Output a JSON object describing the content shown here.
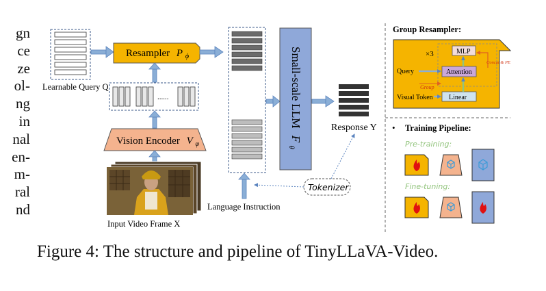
{
  "body_text_fragments": [
    "gn",
    "ce",
    "ze",
    "ol-",
    "ng",
    "in",
    "nal",
    "en-",
    "m-",
    "ral",
    "nd"
  ],
  "diagram": {
    "learnable_query_label": "Learnable Query Q",
    "resampler_label": "Resampler",
    "resampler_symbol": "P",
    "resampler_subscript": "ϕ",
    "frame_tokens_ellipsis": "......",
    "vision_encoder_label": "Vision Encoder",
    "vision_encoder_symbol": "V",
    "vision_encoder_subscript": "φ",
    "input_frame_label": "Input Video Frame X",
    "llm_label": "Small-scale LLM",
    "llm_symbol": "F",
    "llm_subscript": "θ",
    "response_label": "Response Y",
    "tokenizer_label": "Tokenizer",
    "language_instruction_label": "Language Instruction"
  },
  "group_resampler": {
    "title": "Group Resampler:",
    "repeat_label": "×3",
    "mlp_label": "MLP",
    "concat_label": "Concat & PE",
    "query_label": "Query",
    "attention_label": "Attention",
    "group_label": "Group",
    "visual_token_label": "Visual Token",
    "linear_label": "Linear"
  },
  "training_pipeline": {
    "title": "Training Pipeline:",
    "bullet": "•",
    "pretraining_label": "Pre-training:",
    "finetuning_label": "Fine-tuning:"
  },
  "caption": "Figure 4: The structure and pipeline of TinyLLaVA-Video.",
  "colors": {
    "resampler_fill": "#f5b400",
    "vision_encoder_fill": "#f4b38e",
    "llm_fill": "#8fa8d9",
    "group_panel_fill": "#f5b400",
    "mlp_fill": "#f2dcdb",
    "attention_fill": "#c9a7d9",
    "linear_fill": "#cfe3ee",
    "arrow": "#8aaed6",
    "stage_green": "#92c47d",
    "fire_red": "#e01010",
    "snowflake_blue": "#3a9bd8"
  }
}
